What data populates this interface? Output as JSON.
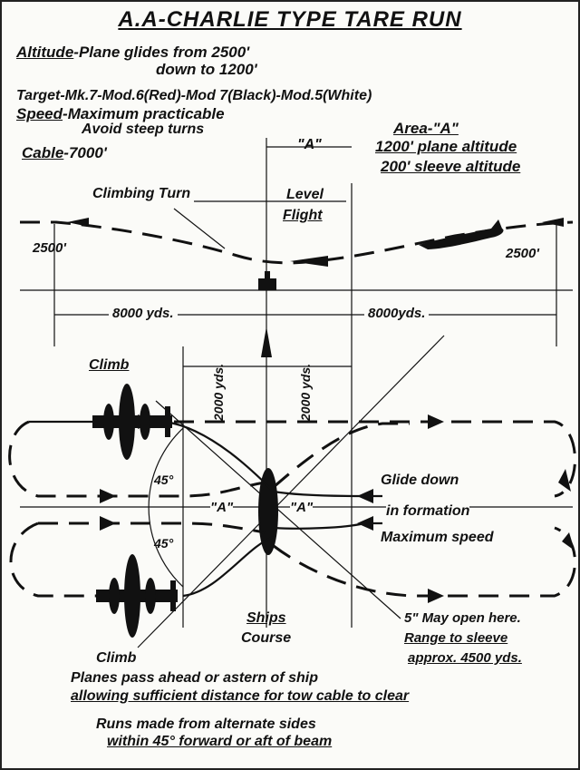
{
  "title": "A.A-CHARLIE TYPE TARE RUN",
  "spec": {
    "altitude_label": "Altitude",
    "altitude_text1": "-Plane glides from 2500'",
    "altitude_text2": "down to 1200'",
    "target_label": "Target",
    "target_text": "-Mk.7-Mod.6(Red)-Mod 7(Black)-Mod.5(White)",
    "speed_label": "Speed",
    "speed_text1": "-Maximum practicable",
    "speed_text2": "Avoid steep turns",
    "cable_label": "Cable",
    "cable_text": "-7000'"
  },
  "area": {
    "label": "Area-\"A\"",
    "line1": "1200' plane altitude",
    "line2": "200' sleeve altitude"
  },
  "profile": {
    "a_zone": "\"A\"",
    "climbing_turn": "Climbing Turn",
    "level": "Level",
    "flight": "Flight",
    "alt_left": "2500'",
    "alt_right": "2500'",
    "dist_left": "8000 yds.",
    "dist_right": "8000yds."
  },
  "plan": {
    "climb_top": "Climb",
    "climb_bottom": "Climb",
    "dist_a_left": "2000 yds.",
    "dist_a_right": "2000 yds.",
    "angle_top": "45°",
    "angle_bottom": "45°",
    "a_left": "\"A\"",
    "a_right": "\"A\"",
    "glide1": "Glide down",
    "glide2": "in formation",
    "max_speed": "Maximum speed",
    "ships": "Ships",
    "course": "Course",
    "open1": "5\" May open here.",
    "open2": "Range to sleeve",
    "open3": "approx. 4500 yds."
  },
  "notes": {
    "line1": "Planes pass ahead or astern of ship",
    "line2": "allowing sufficient distance for tow cable to clear",
    "line3": "Runs made from alternate sides",
    "line4": "within 45° forward or aft of beam"
  }
}
